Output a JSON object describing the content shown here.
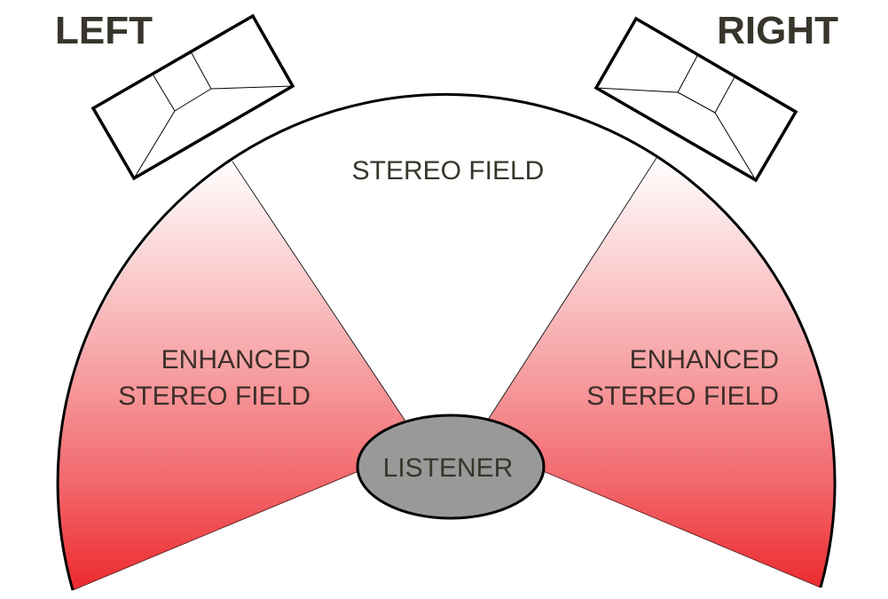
{
  "title": "Enhanced stereo field diagram",
  "labels": {
    "left": "LEFT",
    "right": "RIGHT",
    "stereo_field": "STEREO FIELD",
    "enhanced_left": [
      "ENHANCED",
      "STEREO FIELD"
    ],
    "enhanced_right": [
      "ENHANCED",
      "STEREO FIELD"
    ],
    "listener": "LISTENER"
  },
  "colors": {
    "text": "#38352c",
    "enhanced_gradient_top": "#ffffff",
    "enhanced_gradient_bottom": "#ee2a2e",
    "listener_fill": "#999999",
    "outline": "#000000"
  },
  "elements": {
    "speakers": [
      "left-speaker",
      "right-speaker"
    ],
    "regions": [
      "stereo-field",
      "enhanced-stereo-field-left",
      "enhanced-stereo-field-right"
    ],
    "listener": "listener"
  }
}
